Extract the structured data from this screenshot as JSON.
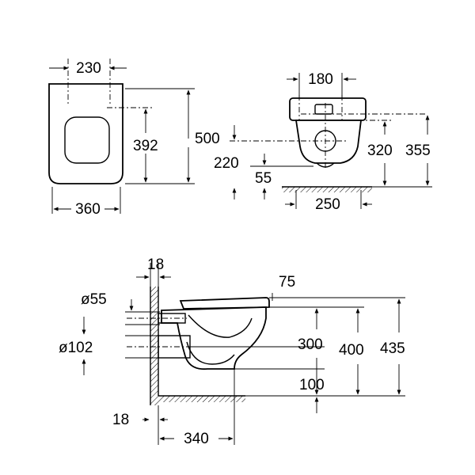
{
  "labels": {
    "top_width": "230",
    "top_length": "500",
    "top_seat_len": "392",
    "top_bottom_width": "360",
    "side_top": "180",
    "side_220": "220",
    "side_55": "55",
    "side_320": "320",
    "side_355": "355",
    "side_250": "250",
    "sec_18_top": "18",
    "sec_55_dia": "ø55",
    "sec_75": "75",
    "sec_102_dia": "ø102",
    "sec_300": "300",
    "sec_400": "400",
    "sec_435": "435",
    "sec_100": "100",
    "sec_18_bottom": "18",
    "sec_340": "340"
  }
}
